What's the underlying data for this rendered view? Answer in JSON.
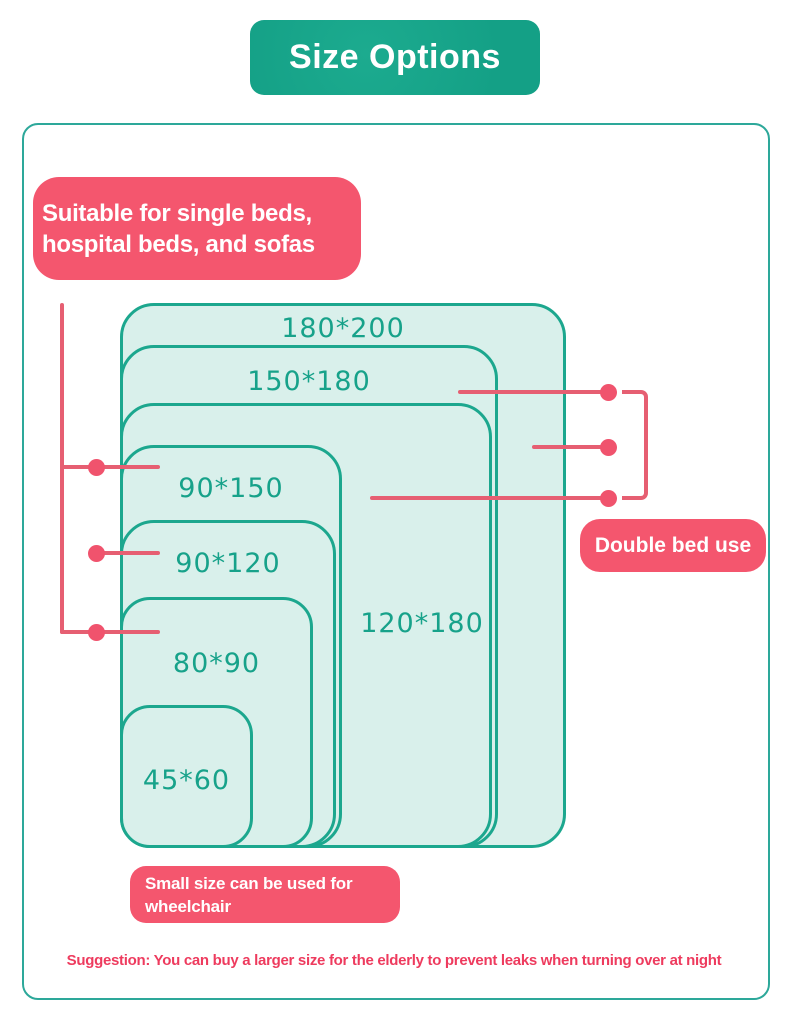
{
  "header": {
    "title": "Size Options"
  },
  "sizes": [
    {
      "label": "180*200"
    },
    {
      "label": "150*180"
    },
    {
      "label": "120*180"
    },
    {
      "label": "90*150"
    },
    {
      "label": "90*120"
    },
    {
      "label": "80*90"
    },
    {
      "label": "45*60"
    }
  ],
  "annotations": {
    "suitable": {
      "line1": "Suitable for single beds,",
      "line2": "hospital beds, and sofas"
    },
    "double_bed": {
      "label": "Double bed use"
    },
    "small_size": {
      "line1": "Small size can be used for",
      "line2": "wheelchair"
    },
    "suggestion": "Suggestion: You can buy a larger size for the elderly to prevent leaks when turning over at night"
  },
  "colors": {
    "teal": "#14a086",
    "box_border": "#1ca78e",
    "box_fill": "#d9f0eb",
    "pink": "#f4566e",
    "pink_line": "#e65f72",
    "label_text": "#17a28a",
    "suggestion_text": "#ee3b5e"
  }
}
